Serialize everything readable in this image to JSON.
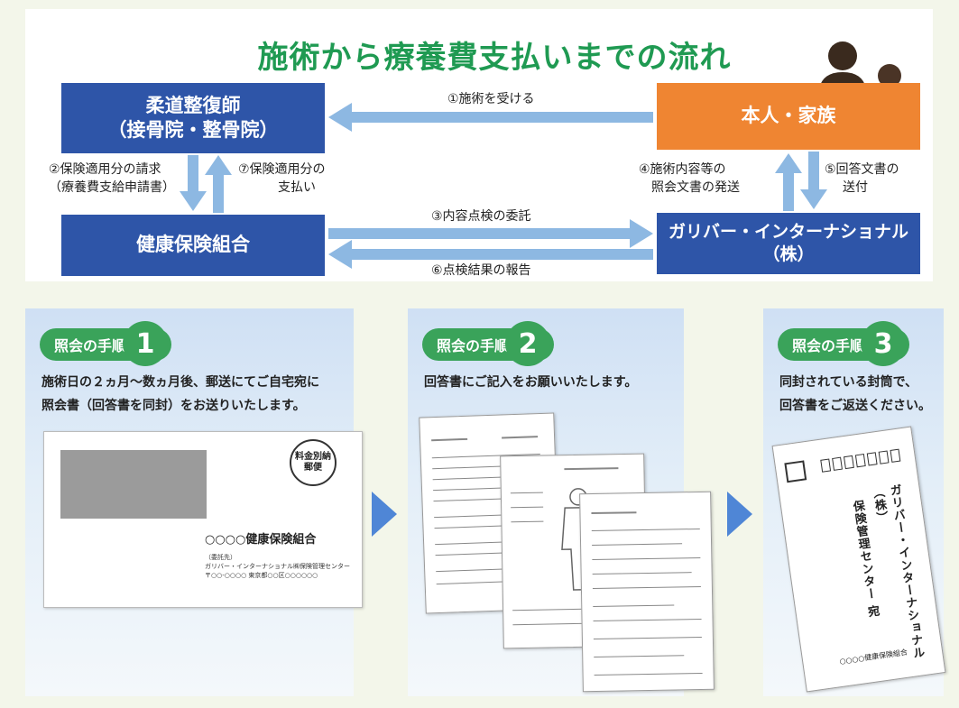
{
  "diagram": {
    "title": "施術から療養費支払いまでの流れ",
    "nodes": {
      "judo_line1": "柔道整復師",
      "judo_line2": "（接骨院・整骨院）",
      "family": "本人・家族",
      "kenpo": "健康保険組合",
      "gulliver": "ガリバー・インターナショナル（株）"
    },
    "edges": {
      "e1": "①施術を受ける",
      "e2_line1": "②保険適用分の請求",
      "e2_line2": "（療養費支給申請書）",
      "e7_line1": "⑦保険適用分の",
      "e7_line2": "支払い",
      "e3": "③内容点検の委託",
      "e6": "⑥点検結果の報告",
      "e4_line1": "④施術内容等の",
      "e4_line2": "照会文書の発送",
      "e5_line1": "⑤回答文書の",
      "e5_line2": "送付"
    }
  },
  "steps": [
    {
      "badge": "照会の手順",
      "number": "1",
      "text_line1": "施術日の２ヵ月～数ヵ月後、郵送にてご自宅宛に",
      "text_line2": "照会書（回答書を同封）をお送りいたします。"
    },
    {
      "badge": "照会の手順",
      "number": "2",
      "text_line1": "回答書にご記入をお願いいたします。"
    },
    {
      "badge": "照会の手順",
      "number": "3",
      "text_line1": "同封されている封筒で、",
      "text_line2": "回答書をご返送ください。"
    }
  ],
  "envelope": {
    "stamp_line1": "料金別納",
    "stamp_line2": "郵便",
    "addressee": "○○○○健康保険組合",
    "sender_label": "（委託先）",
    "sender_name": "ガリバー・インターナショナル㈱保険管理センター",
    "sender_address": "〒○○-○○○○ 東京都○○区○○○○○○"
  },
  "return_envelope": {
    "line1": "ガリバー・インターナショナル（株）",
    "line2": "保険管理センター 宛",
    "footer": "○○○○健康保険組合"
  },
  "colors": {
    "title_green": "#1f9a52",
    "box_blue": "#2e55a8",
    "box_orange": "#ef8532",
    "arrow_blue": "#8db8e2",
    "badge_green": "#3aa35a"
  }
}
